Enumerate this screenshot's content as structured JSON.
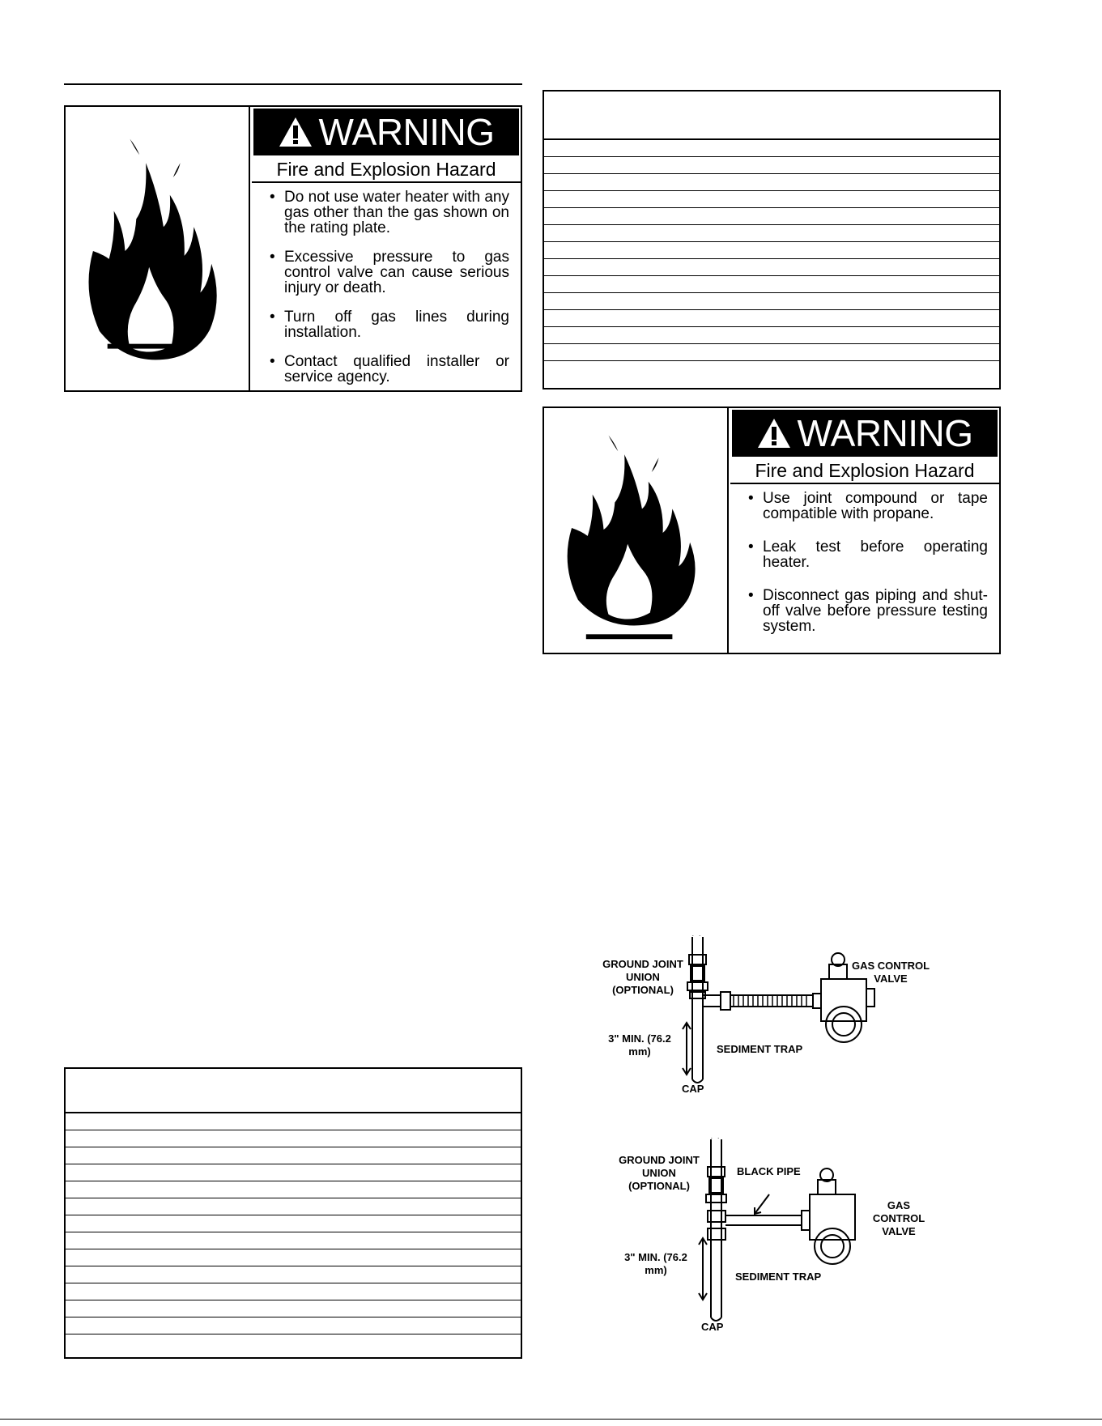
{
  "warning1": {
    "signal_word": "WARNING",
    "hazard": "Fire and Explosion Hazard",
    "bullets": [
      "Do not use water heater with any gas other than the gas shown on the rating plate.",
      "Excessive pressure to gas control valve can cause serious injury or death.",
      "Turn off gas lines during installation.",
      "Contact qualified installer or service agency."
    ]
  },
  "warning2": {
    "signal_word": "WARNING",
    "hazard": "Fire and Explosion Hazard",
    "bullets": [
      "Use joint compound or tape compatible with propane.",
      "Leak test before operating heater.",
      "Disconnect gas piping and shut-off valve before pressure testing system."
    ]
  },
  "diagram1": {
    "union": "GROUND JOINT UNION (OPTIONAL)",
    "valve": "GAS CONTROL VALVE",
    "min": "3\" MIN. (76.2 mm)",
    "trap": "SEDIMENT TRAP",
    "cap": "CAP"
  },
  "diagram2": {
    "union": "GROUND JOINT UNION (OPTIONAL)",
    "pipe": "BLACK PIPE",
    "valve": "GAS CONTROL VALVE",
    "min": "3\" MIN. (76.2 mm)",
    "trap": "SEDIMENT TRAP",
    "cap": "CAP"
  },
  "colors": {
    "ink": "#000000",
    "paper": "#ffffff"
  },
  "icons": [
    "warning-triangle-icon",
    "flame-icon"
  ]
}
